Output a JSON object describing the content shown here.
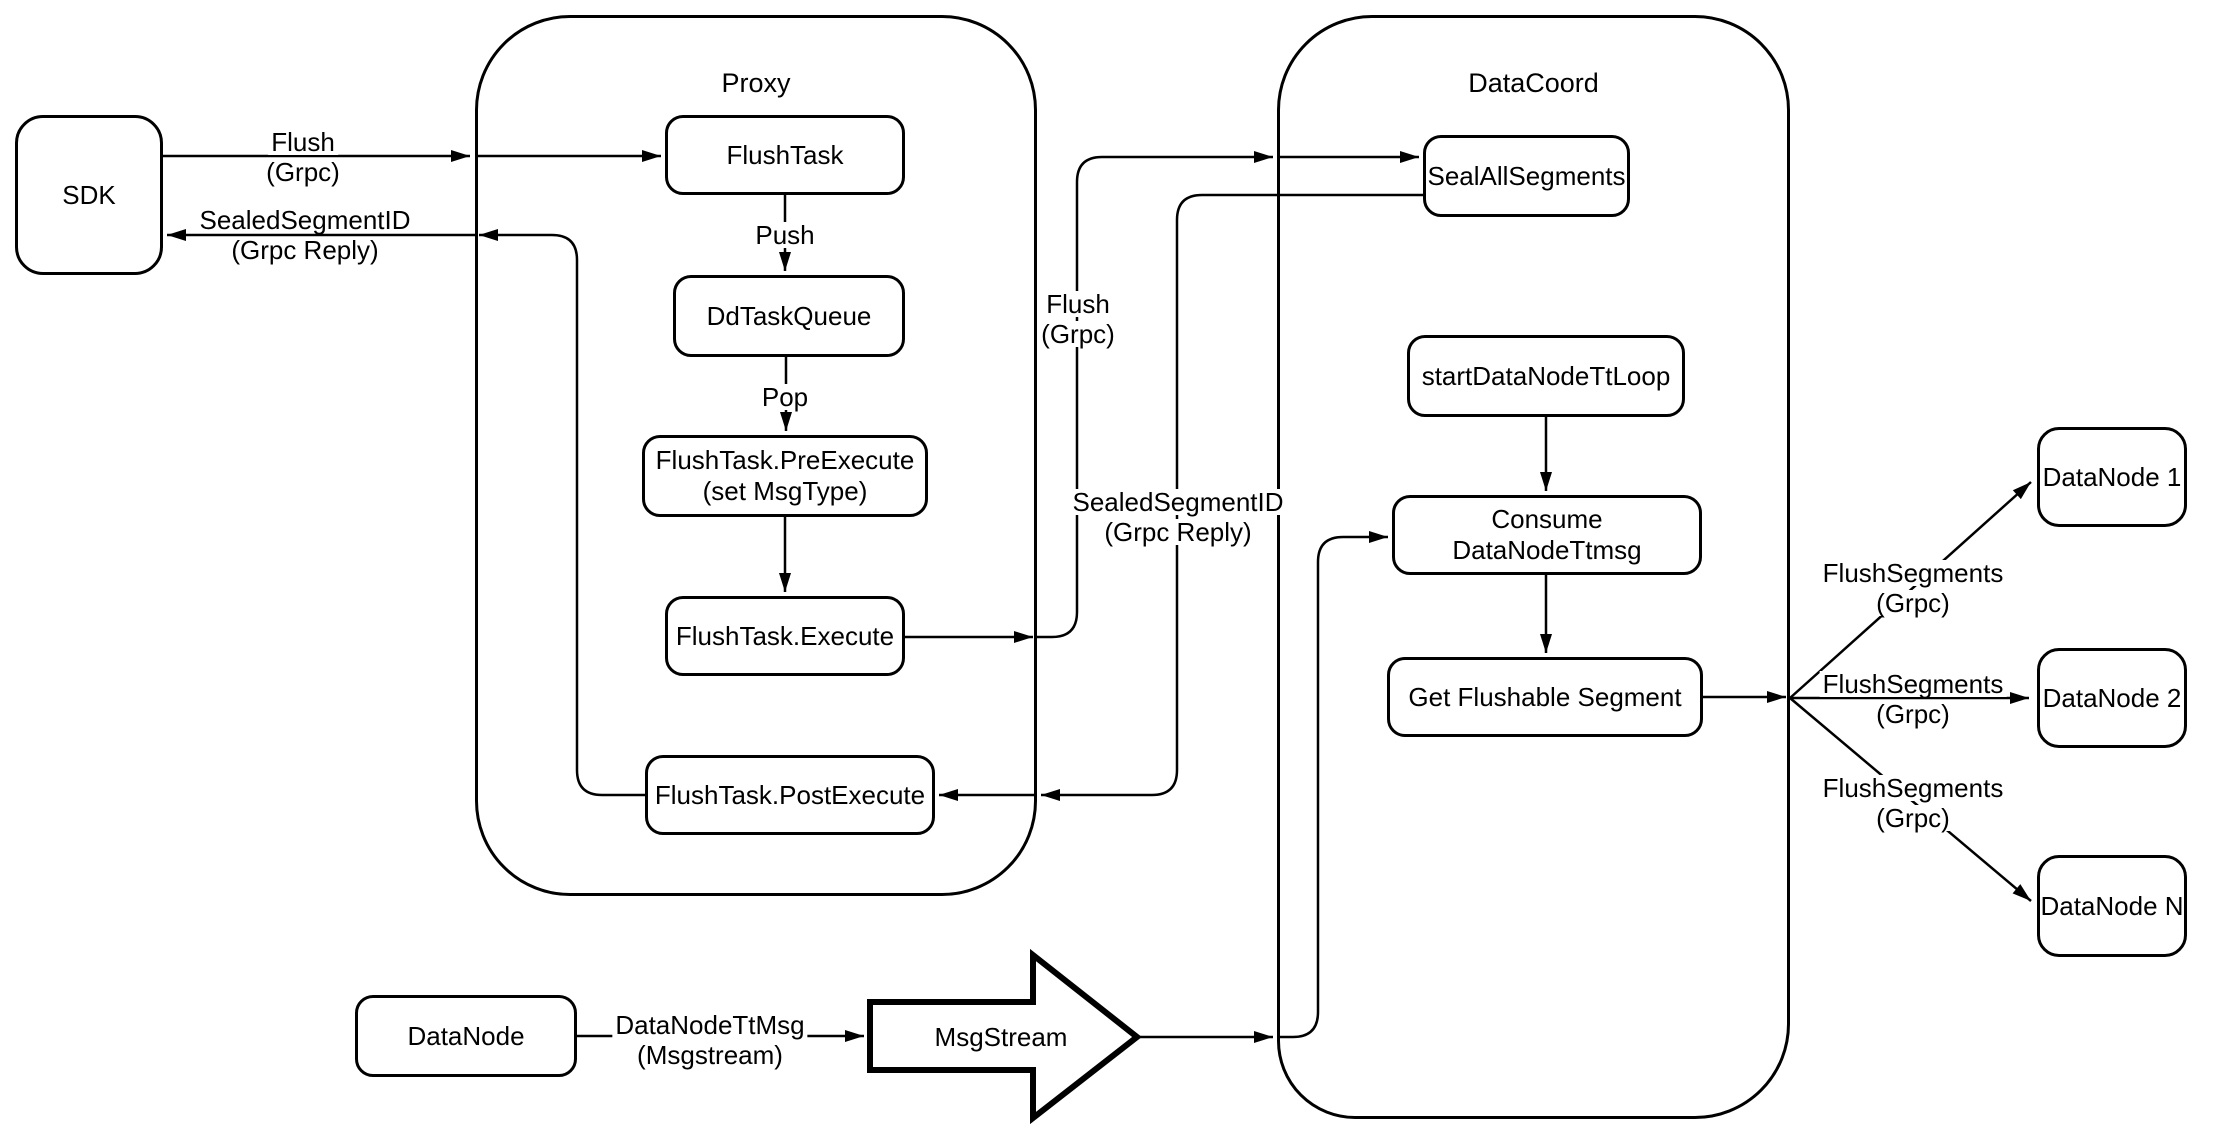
{
  "page": {
    "background": "#ffffff"
  },
  "colors": {
    "stroke": "#000000",
    "shape_fill": "#ffffff",
    "text": "#000000"
  },
  "containers": {
    "proxy": {
      "title": "Proxy"
    },
    "datacoord": {
      "title": "DataCoord"
    }
  },
  "nodes": {
    "sdk": {
      "label": "SDK"
    },
    "flush_task": {
      "label": "FlushTask"
    },
    "dd_task_queue": {
      "label": "DdTaskQueue"
    },
    "flush_task_pre_execute": {
      "line1": "FlushTask.PreExecute",
      "line2": "(set MsgType)"
    },
    "flush_task_execute": {
      "label": "FlushTask.Execute"
    },
    "flush_task_post_execute": {
      "label": "FlushTask.PostExecute"
    },
    "seal_all_segments": {
      "label": "SealAllSegments"
    },
    "start_data_node_tt_loop": {
      "label": "startDataNodeTtLoop"
    },
    "consume_data_node_ttmsg": {
      "label": "Consume DataNodeTtmsg"
    },
    "get_flushable_segment": {
      "label": "Get Flushable Segment"
    },
    "data_node_1": {
      "label": "DataNode 1"
    },
    "data_node_2": {
      "label": "DataNode 2"
    },
    "data_node_n": {
      "label": "DataNode N"
    },
    "data_node": {
      "label": "DataNode"
    },
    "msg_stream": {
      "label": "MsgStream"
    }
  },
  "edge_labels": {
    "flush_grpc_sdk": {
      "line1": "Flush",
      "line2": "(Grpc)"
    },
    "sealed_segment_id_sdk": {
      "line1": "SealedSegmentID",
      "line2": "(Grpc Reply)"
    },
    "push": {
      "line1": "Push"
    },
    "pop": {
      "line1": "Pop"
    },
    "flush_grpc_channel": {
      "line1": "Flush",
      "line2": "(Grpc)"
    },
    "sealed_segment_id_channel": {
      "line1": "SealedSegmentID",
      "line2": "(Grpc Reply)"
    },
    "flush_segments_1": {
      "line1": "FlushSegments",
      "line2": "(Grpc)"
    },
    "flush_segments_2": {
      "line1": "FlushSegments",
      "line2": "(Grpc)"
    },
    "flush_segments_3": {
      "line1": "FlushSegments",
      "line2": "(Grpc)"
    },
    "data_node_tt_msg": {
      "line1": "DataNodeTtMsg",
      "line2": "(Msgstream)"
    }
  }
}
